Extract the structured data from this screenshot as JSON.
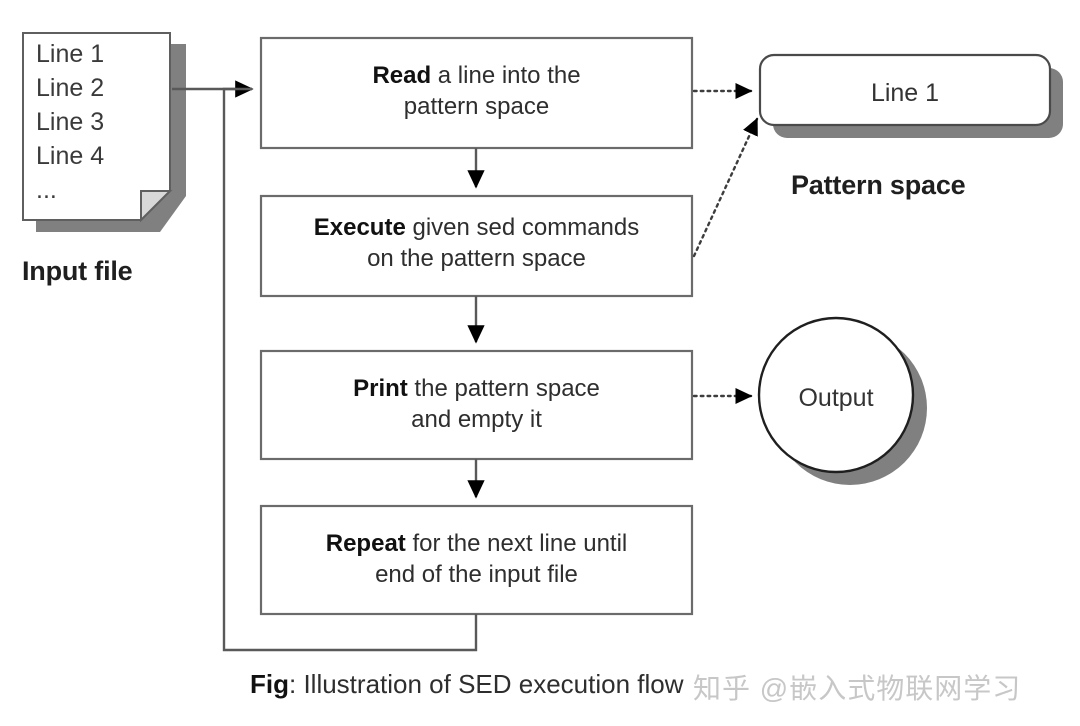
{
  "figure": {
    "caption_prefix": "Fig",
    "caption_rest": ": Illustration of SED execution flow",
    "watermark": "知乎 @嵌入式物联网学习"
  },
  "colors": {
    "box_border": "#6b6b6b",
    "box_fill": "#ffffff",
    "shadow": "#808080",
    "connector": "#595959",
    "arrow_head": "#000000",
    "text": "#2e2e2e",
    "watermark": "#c7c7c7",
    "background": "#ffffff"
  },
  "input_file": {
    "label": "Input file",
    "lines": [
      "Line 1",
      "Line 2",
      "Line 3",
      "Line 4",
      "..."
    ]
  },
  "process_steps": [
    {
      "id": "read",
      "emphasis": "Read",
      "rest": " a line into the",
      "line2": "pattern space"
    },
    {
      "id": "execute",
      "emphasis": "Execute",
      "rest": " given sed commands",
      "line2": "on the pattern space"
    },
    {
      "id": "print",
      "emphasis": "Print",
      "rest": " the pattern space",
      "line2": "and empty it"
    },
    {
      "id": "repeat",
      "emphasis": "Repeat",
      "rest": " for the next line until",
      "line2": "end of the input file"
    }
  ],
  "pattern_space": {
    "label": "Pattern space",
    "content": "Line 1"
  },
  "output": {
    "label": "Output"
  }
}
